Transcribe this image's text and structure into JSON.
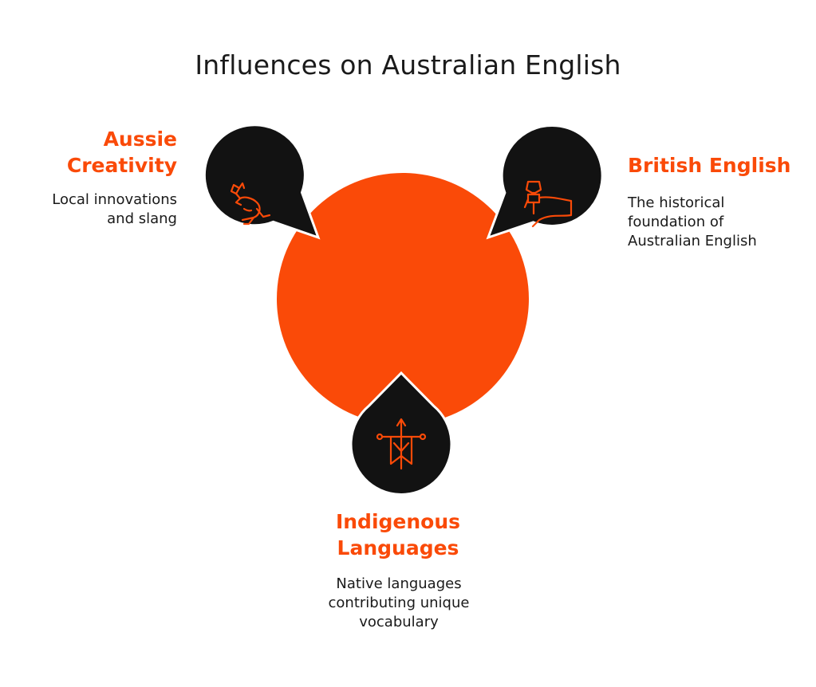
{
  "title": "Influences on Australian English",
  "colors": {
    "accent": "#FA4A08",
    "dark": "#121212",
    "text": "#1A1A1A"
  },
  "influences": [
    {
      "heading": "Aussie Creativity",
      "description": "Local innovations and slang",
      "icon": "kangaroo-icon"
    },
    {
      "heading": "British English",
      "description": "The historical foundation of Australian English",
      "icon": "hand-holding-torch-icon"
    },
    {
      "heading": "Indigenous Languages",
      "description": "Native languages contributing unique vocabulary",
      "icon": "banner-flag-icon"
    }
  ]
}
